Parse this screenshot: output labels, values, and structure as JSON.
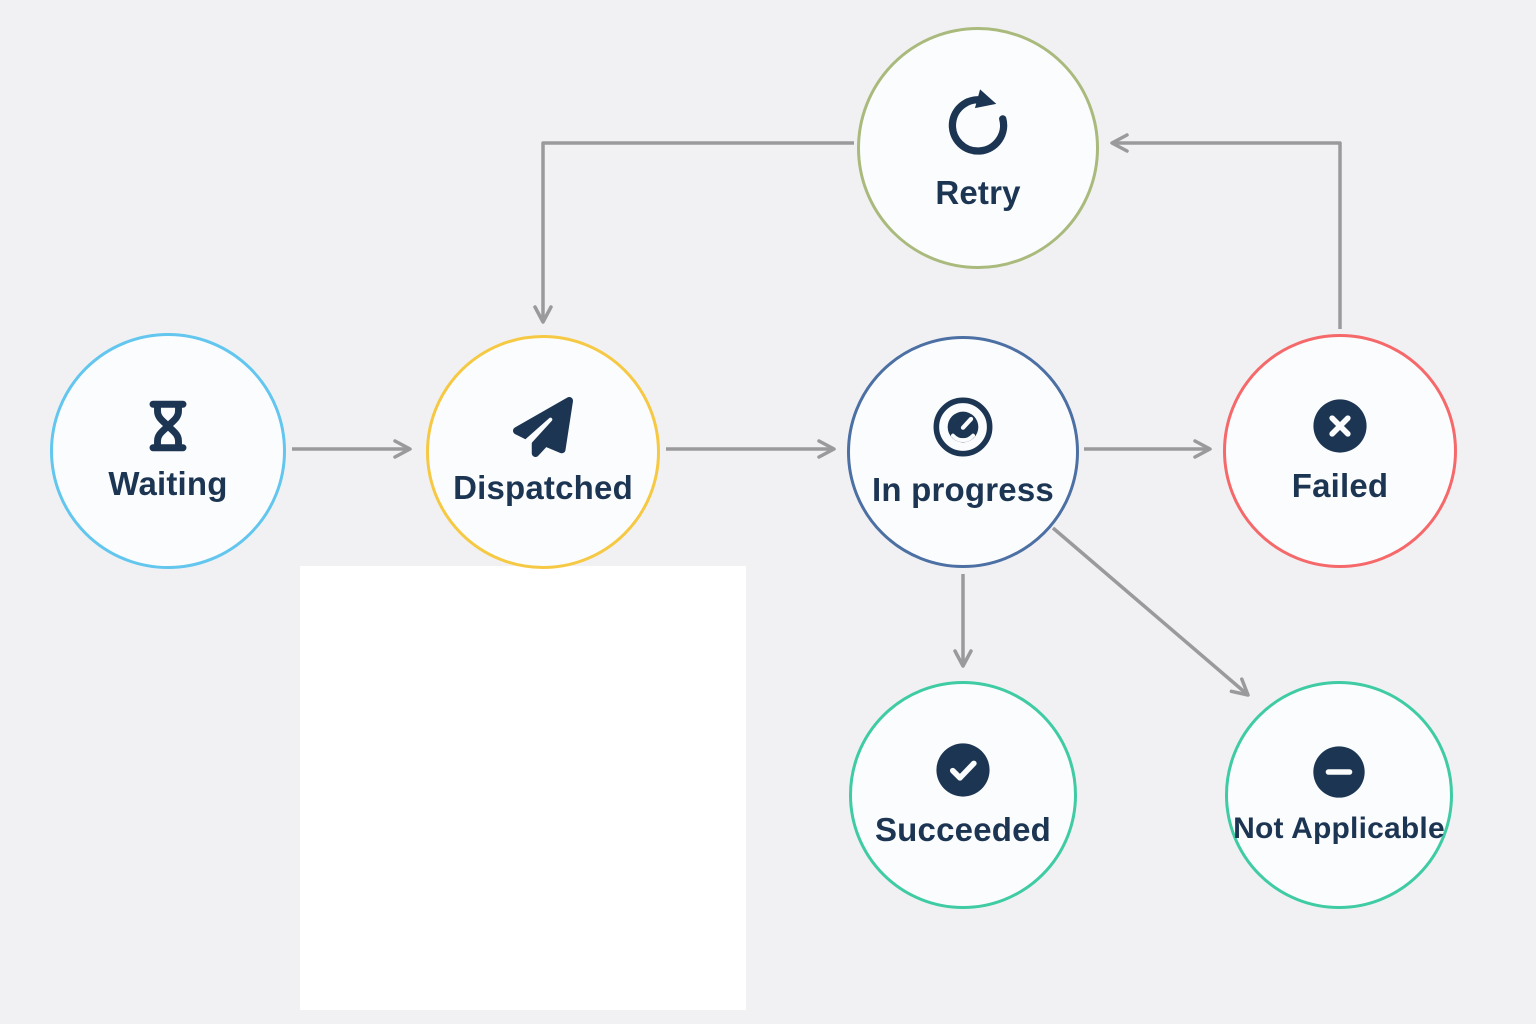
{
  "diagram": {
    "type": "state-flow",
    "nodes": {
      "waiting": {
        "label": "Waiting",
        "icon": "hourglass-icon",
        "border_color": "#62C6EE"
      },
      "dispatched": {
        "label": "Dispatched",
        "icon": "send-plane-icon",
        "border_color": "#F6C944"
      },
      "in_progress": {
        "label": "In progress",
        "icon": "gauge-icon",
        "border_color": "#4C70A3"
      },
      "failed": {
        "label": "Failed",
        "icon": "x-circle-icon",
        "border_color": "#F5696B"
      },
      "retry": {
        "label": "Retry",
        "icon": "refresh-icon",
        "border_color": "#A9BA7C"
      },
      "succeeded": {
        "label": "Succeeded",
        "icon": "check-circle-icon",
        "border_color": "#3FCBA3"
      },
      "not_applicable": {
        "label": "Not Applicable",
        "icon": "minus-circle-icon",
        "border_color": "#3FCBA3"
      }
    },
    "edges": [
      {
        "from": "waiting",
        "to": "dispatched"
      },
      {
        "from": "dispatched",
        "to": "in_progress"
      },
      {
        "from": "in_progress",
        "to": "failed"
      },
      {
        "from": "failed",
        "to": "retry"
      },
      {
        "from": "retry",
        "to": "dispatched"
      },
      {
        "from": "in_progress",
        "to": "succeeded"
      },
      {
        "from": "in_progress",
        "to": "not_applicable"
      }
    ],
    "colors": {
      "background": "#F1F1F3",
      "node_fill": "#FBFCFD",
      "icon": "#1C3553",
      "label": "#1C3553",
      "arrow": "#9A9A9C"
    }
  }
}
